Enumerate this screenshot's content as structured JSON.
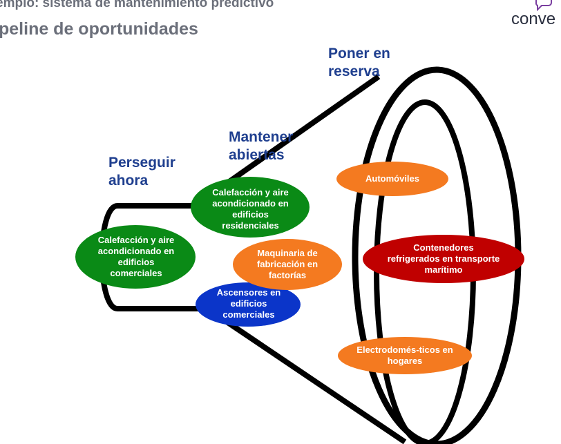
{
  "header": {
    "title_line1": "emplo: sistema de mantenimiento predictivo",
    "title_line2": "peline de oportunidades",
    "logo_text": "conve"
  },
  "stages": {
    "perseguir": "Perseguir ahora",
    "mantener": "Mantener abiertas",
    "poner": "Poner en reserva"
  },
  "nodes": [
    {
      "id": "calef-comerciales",
      "label": "Calefacción y aire acondicionado en edificios comerciales",
      "color": "#0a8a16"
    },
    {
      "id": "calef-residenciales",
      "label": "Calefacción y aire acondicionado en edificios residenciales",
      "color": "#0a8a16"
    },
    {
      "id": "maquinaria",
      "label": "Maquinaria de fabricación en factorías",
      "color": "#f47a20"
    },
    {
      "id": "ascensores",
      "label": "Ascensores en edificios comerciales",
      "color": "#0b35c9"
    },
    {
      "id": "automoviles",
      "label": "Automóviles",
      "color": "#f47a20"
    },
    {
      "id": "contenedores",
      "label": "Contenedores refrigerados en transporte marítimo",
      "color": "#c00000"
    },
    {
      "id": "electrodomesticos",
      "label": "Electrodomés-ticos en hogares",
      "color": "#f47a20"
    }
  ],
  "colors": {
    "outline": "#000000",
    "green": "#0a8a16",
    "orange": "#f47a20",
    "blue": "#0b35c9",
    "red": "#c00000",
    "stage_text": "#1f3f8f"
  }
}
